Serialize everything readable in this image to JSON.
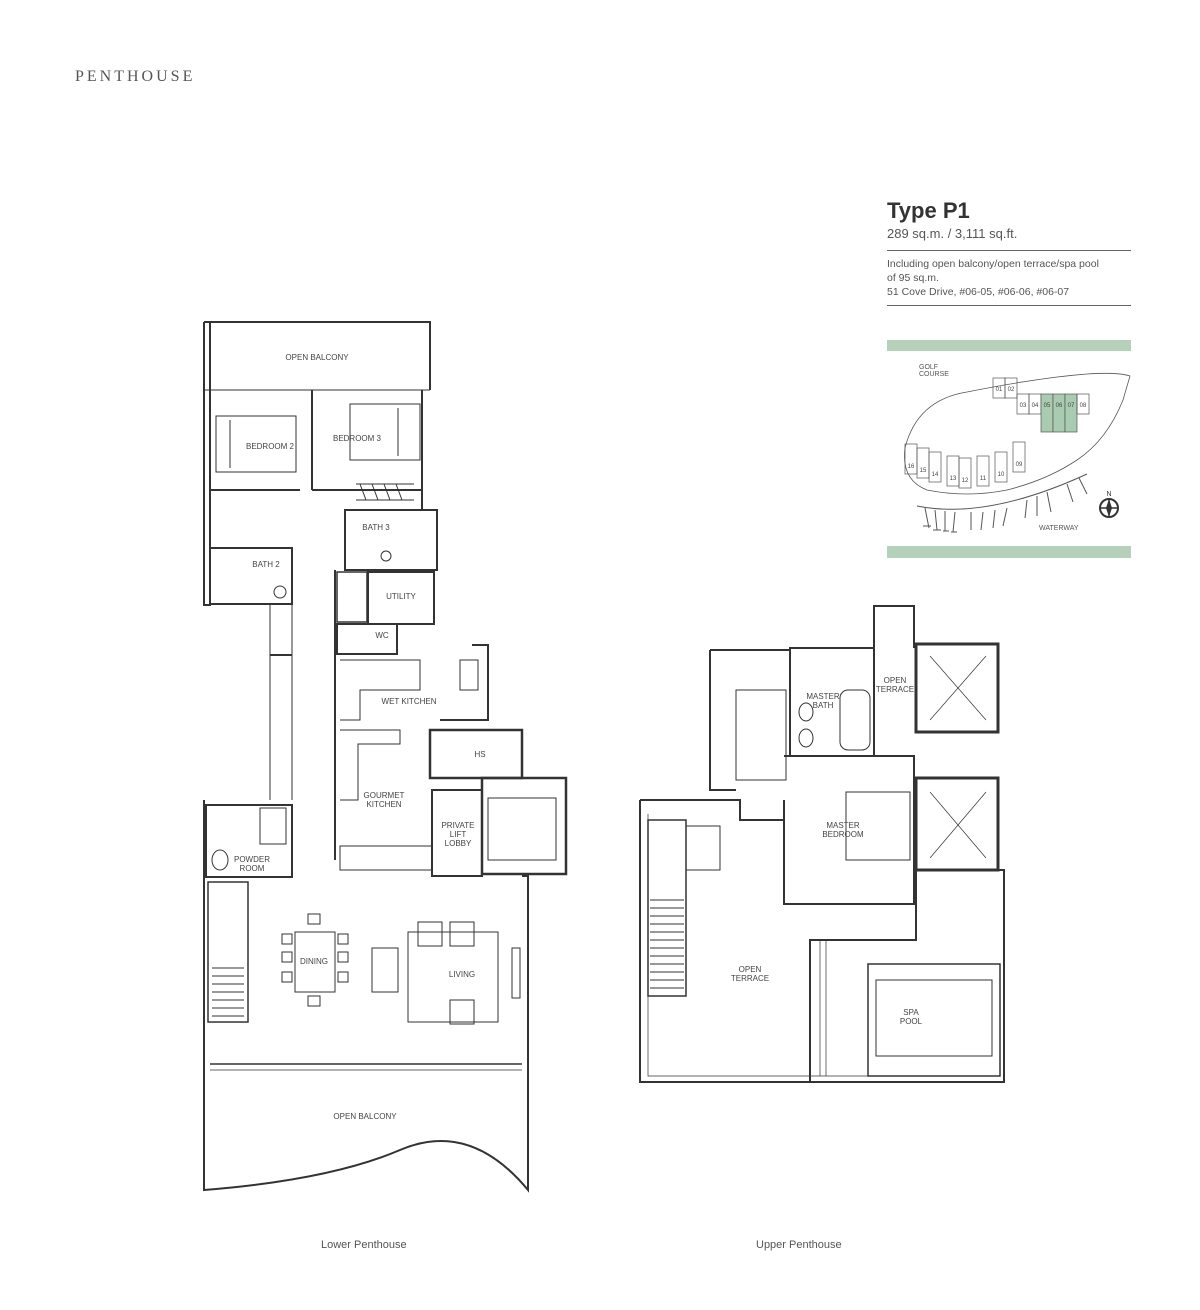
{
  "header": {
    "section": "PENTHOUSE"
  },
  "unit": {
    "type": "Type P1",
    "area": "289 sq.m. / 3,111 sq.ft.",
    "note_line1": "Including open balcony/open terrace/spa pool",
    "note_line2": "of 95 sq.m.",
    "address": "51 Cove Drive, #06-05, #06-06, #06-07"
  },
  "keyplan": {
    "golf_line1": "GOLF",
    "golf_line2": "COURSE",
    "waterway": "WATERWAY",
    "north": "N",
    "units_top": [
      "01",
      "02",
      "03",
      "04",
      "05",
      "06",
      "07",
      "08"
    ],
    "units_bottom": [
      "16",
      "15",
      "14",
      "13",
      "12",
      "11",
      "10",
      "09"
    ],
    "highlight_color": "#a9cbb0",
    "band_color": "#b5d1ba"
  },
  "lower": {
    "caption": "Lower Penthouse",
    "open_balcony_top": "OPEN BALCONY",
    "bedroom2": "BEDROOM 2",
    "bedroom3": "BEDROOM 3",
    "bath3": "BATH 3",
    "bath2": "BATH 2",
    "utility": "UTILITY",
    "wc": "WC",
    "wet_kitchen": "WET KITCHEN",
    "hs": "HS",
    "gourmet1": "GOURMET",
    "gourmet2": "KITCHEN",
    "lift1": "PRIVATE",
    "lift2": "LIFT",
    "lift3": "LOBBY",
    "powder1": "POWDER",
    "powder2": "ROOM",
    "dining": "DINING",
    "living": "LIVING",
    "open_balcony_bottom": "OPEN BALCONY"
  },
  "upper": {
    "caption": "Upper Penthouse",
    "master_bath1": "MASTER",
    "master_bath2": "BATH",
    "open_terrace_small1": "OPEN",
    "open_terrace_small2": "TERRACE",
    "master_bed1": "MASTER",
    "master_bed2": "BEDROOM",
    "open_terrace1": "OPEN",
    "open_terrace2": "TERRACE",
    "spa1": "SPA",
    "spa2": "POOL"
  }
}
